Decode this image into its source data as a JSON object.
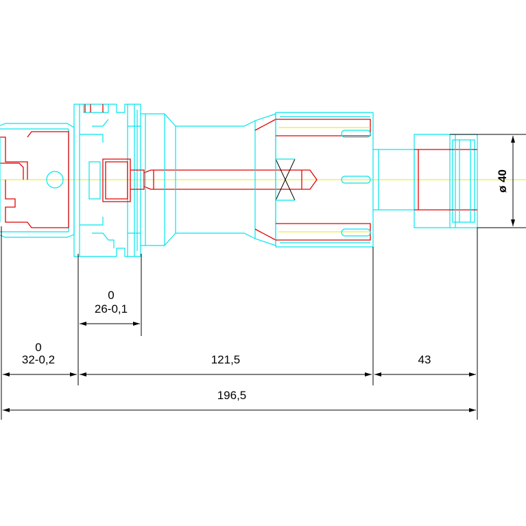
{
  "dimensions": {
    "d1": {
      "upper": "0",
      "main": "32-0,2"
    },
    "d2": {
      "upper": "0",
      "main": "26-0,1"
    },
    "d3": {
      "main": "121,5"
    },
    "d4": {
      "main": "43"
    },
    "d5": {
      "main": "196,5"
    },
    "diameter": {
      "main": "ø 40"
    }
  },
  "colors": {
    "outline": "#00e5ee",
    "section": "#e00000",
    "centerline": "#e8e800",
    "dimension": "#000000"
  }
}
